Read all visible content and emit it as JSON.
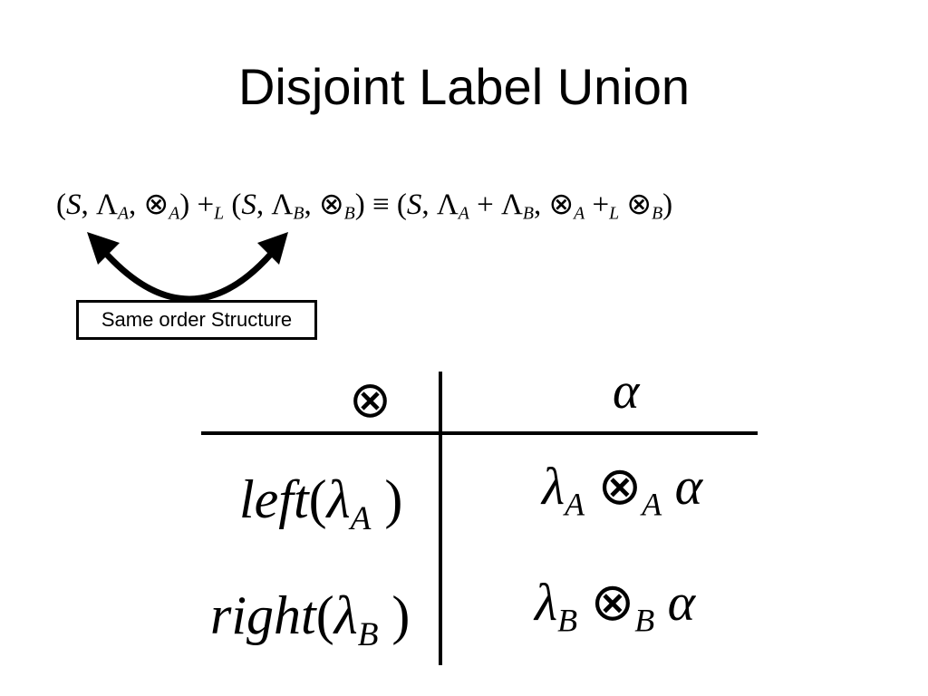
{
  "slide": {
    "title": "Disjoint Label Union",
    "formula": {
      "lhs_open": "(",
      "S1": "S",
      "lambda_A_symbol": "Λ",
      "sub_A": "A",
      "otimes": "⊗",
      "plus_L": "+",
      "sub_L": "L",
      "sub_B": "B",
      "equiv": "≡",
      "plus": "+"
    },
    "note_label": "Same order Structure",
    "table": {
      "header_operator": "⊗",
      "header_value": "α",
      "rows": [
        {
          "label_fn": "left",
          "label_arg_symbol": "λ",
          "label_arg_sub": "A",
          "value_lambda": "λ",
          "value_lambda_sub": "A",
          "value_op": "⊗",
          "value_op_sub": "A",
          "value_alpha": "α"
        },
        {
          "label_fn": "right",
          "label_arg_symbol": "λ",
          "label_arg_sub": "B",
          "value_lambda": "λ",
          "value_lambda_sub": "B",
          "value_op": "⊗",
          "value_op_sub": "B",
          "value_alpha": "α"
        }
      ]
    }
  }
}
